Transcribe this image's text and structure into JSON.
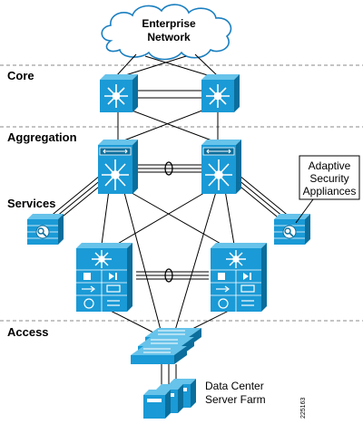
{
  "cloud": {
    "line1": "Enterprise",
    "line2": "Network"
  },
  "layers": {
    "core": "Core",
    "aggregation": "Aggregation",
    "services": "Services",
    "access": "Access"
  },
  "callout": {
    "line1": "Adaptive",
    "line2": "Security",
    "line3": "Appliances"
  },
  "server_farm": {
    "line1": "Data Center",
    "line2": "Server Farm"
  },
  "figure_id": "225163",
  "colors": {
    "device": "#1a9ad6",
    "device_dark": "#0b6e9c",
    "device_top": "#67c3ea",
    "cloud": "#1a7fc0",
    "divider": "#8a8a8a"
  },
  "icons": [
    "core-switch-icon",
    "aggregation-switch-icon",
    "firewall-icon",
    "service-switch-icon",
    "access-switch-icon",
    "server-icon",
    "cloud-icon"
  ]
}
